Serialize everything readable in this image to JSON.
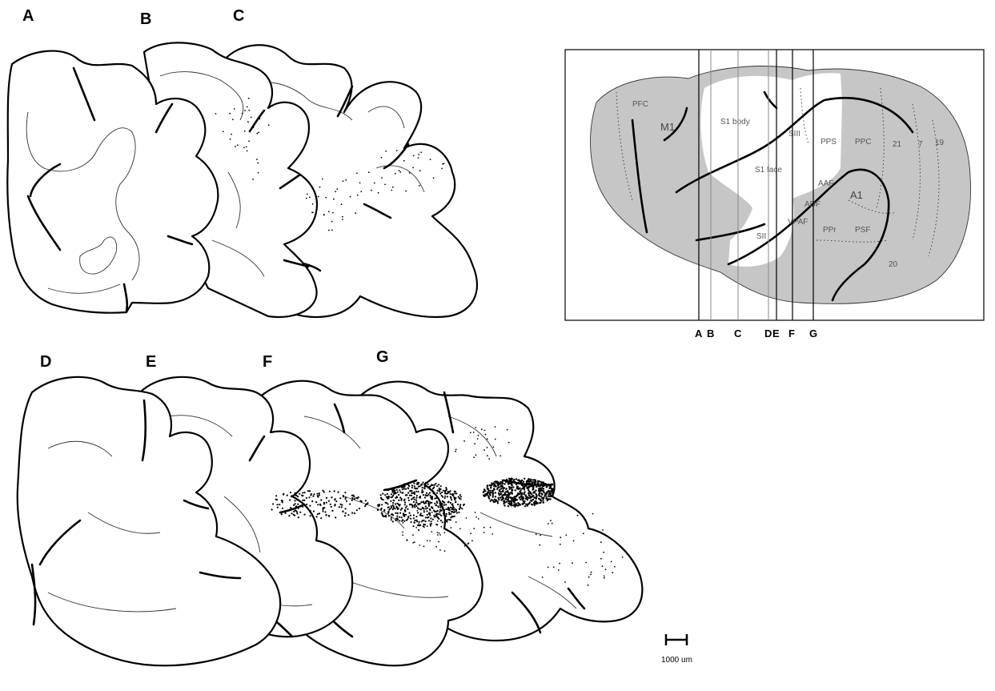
{
  "figure": {
    "panel_labels": [
      "A",
      "B",
      "C",
      "D",
      "E",
      "F",
      "G"
    ],
    "section_labels": [
      "A",
      "B",
      "C",
      "D",
      "E",
      "F",
      "G"
    ],
    "area_labels": {
      "pfc": "PFC",
      "m1": "M1",
      "s1_body": "S1 body",
      "s1_face": "S1 face",
      "siii": "SIII",
      "pps": "PPS",
      "ppc": "PPC",
      "v21": "21",
      "v7": "7",
      "v19": "19",
      "aaf": "AAF",
      "a1": "A1",
      "adf": "ADF",
      "vpaf": "VPAF",
      "pps2": "PPr",
      "psf": "PSF",
      "v20": "20",
      "sii": "SII"
    },
    "scale_bar": {
      "label": "1000 um"
    },
    "colors": {
      "cortex_gray": "#c6c6c6",
      "outline": "#000000",
      "background": "#ffffff"
    }
  }
}
